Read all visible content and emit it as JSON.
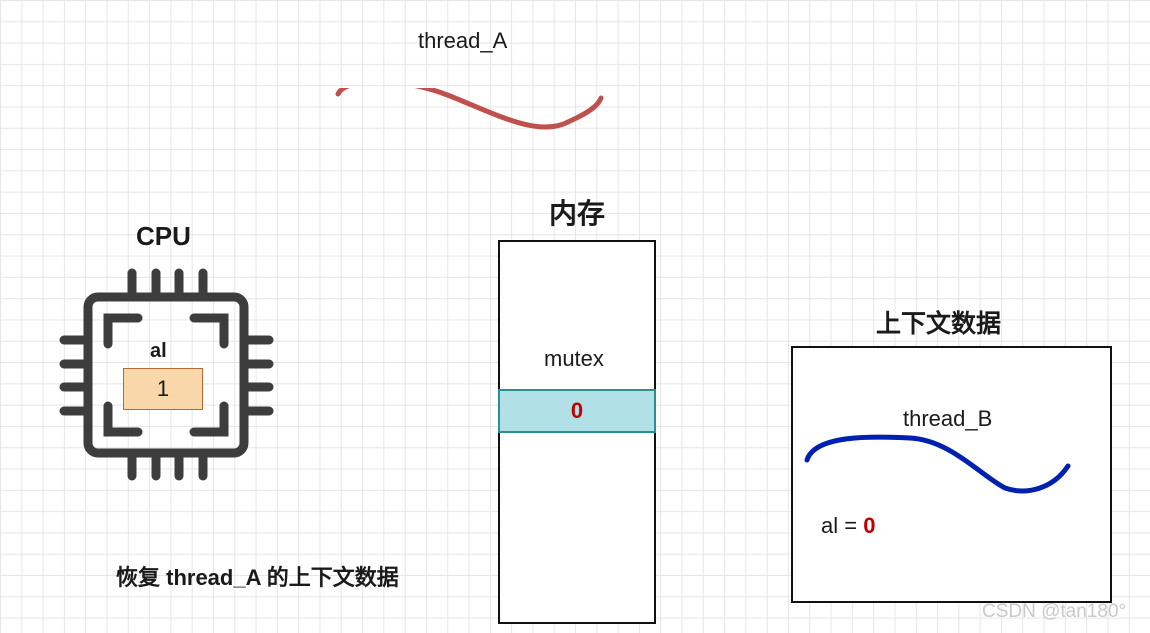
{
  "thread_a": {
    "label": "thread_A"
  },
  "cpu": {
    "title": "CPU",
    "register_name": "al",
    "register_value": "1"
  },
  "memory": {
    "title": "内存",
    "variable_name": "mutex",
    "variable_value": "0"
  },
  "context": {
    "title": "上下文数据",
    "thread_label": "thread_B",
    "register_text": "al = ",
    "register_value": "0"
  },
  "note": "恢复 thread_A 的上下文数据",
  "watermark": "CSDN @tan180°",
  "colors": {
    "thread_a_wave": "#c0504d",
    "thread_b_wave": "#0020b0",
    "chip": "#3d3d3d",
    "register_fill": "#f9d7ab",
    "mutex_fill": "#b1e1e6",
    "value_red": "#c00000"
  }
}
